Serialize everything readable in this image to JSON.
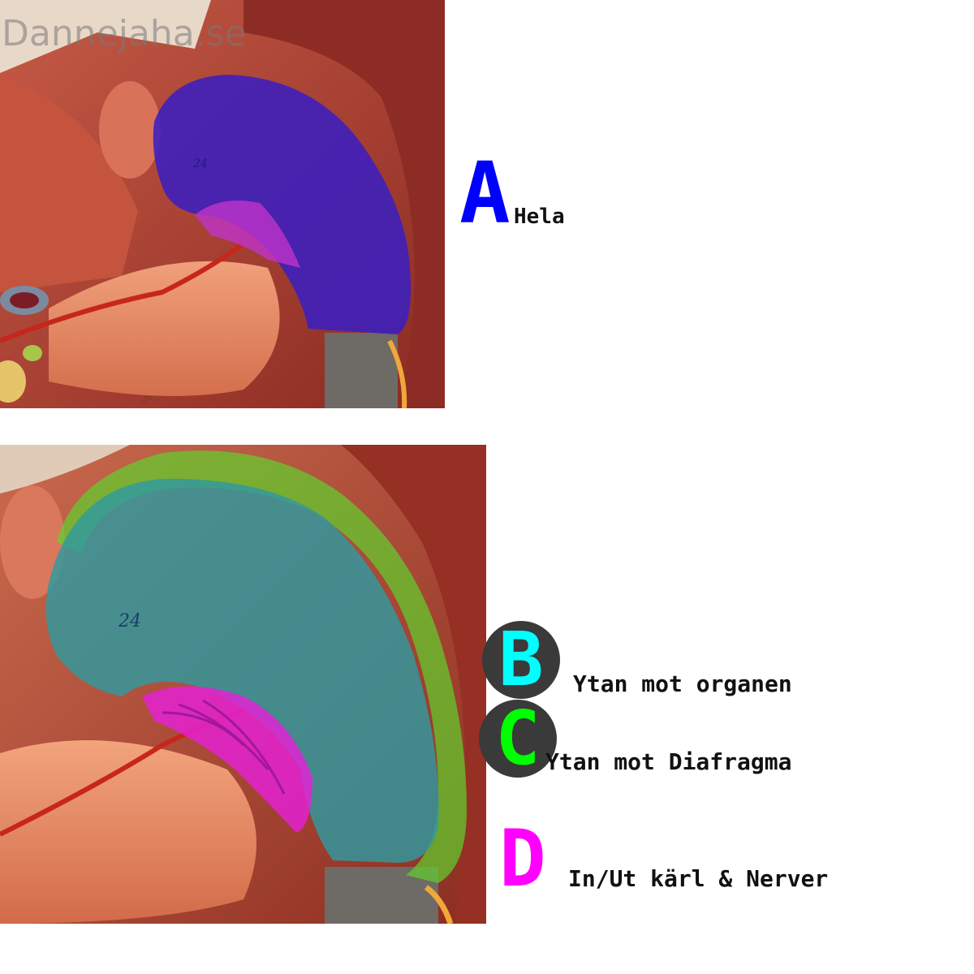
{
  "watermark": "Dannejaha.se",
  "legend": [
    {
      "letter": "A",
      "label": "Hela",
      "color": "#0000ff"
    },
    {
      "letter": "B",
      "label": "Ytan mot organen",
      "color": "#00ffff"
    },
    {
      "letter": "C",
      "label": "Ytan mot Diafragma",
      "color": "#00ff00"
    },
    {
      "letter": "D",
      "label": "In/Ut kärl & Nerver",
      "color": "#ff00ff"
    }
  ],
  "specimen_marks": [
    "24",
    "24"
  ],
  "colors": {
    "tissue": "#b4493a",
    "overlay_whole": "#3b1fbf",
    "overlay_visceral": "#2f9aa0",
    "overlay_diaphragmatic": "#5fd12c",
    "overlay_hilum": "#e620d8",
    "badge_bg": "#3a3a3a"
  }
}
